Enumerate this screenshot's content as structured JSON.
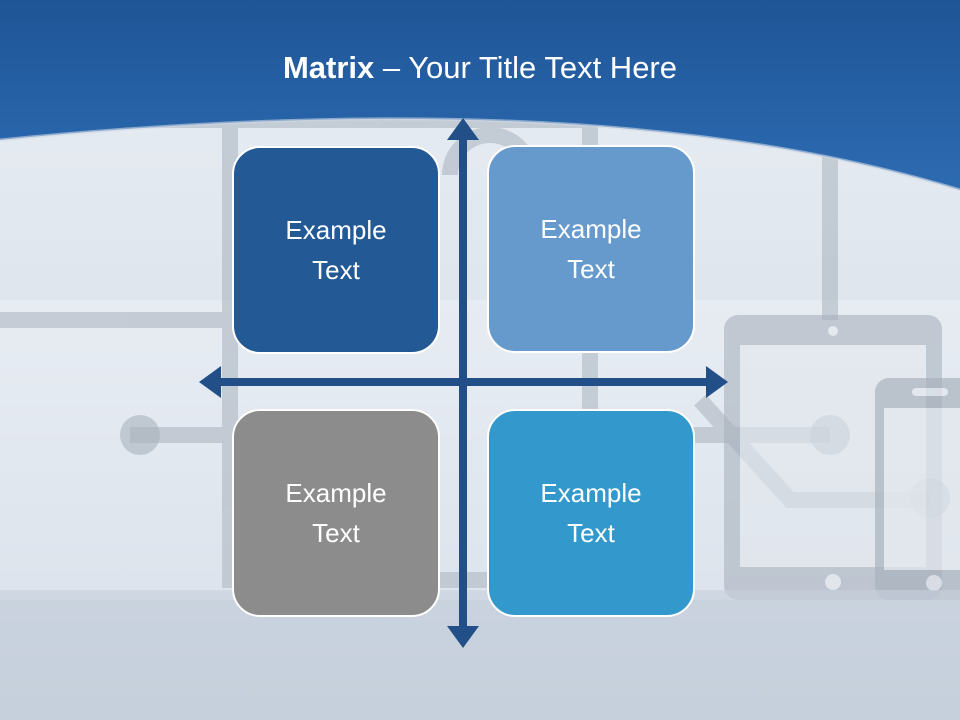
{
  "slide": {
    "title_bold": "Matrix",
    "title_rest": " – Your Title Text Here"
  },
  "quadrants": [
    {
      "label": "Example\nText",
      "color": "#235994"
    },
    {
      "label": "Example\nText",
      "color": "#6699cc"
    },
    {
      "label": "Example\nText",
      "color": "#8c8c8c"
    },
    {
      "label": "Example\nText",
      "color": "#3399cc"
    }
  ],
  "colors": {
    "header_blue": "#2a62a6",
    "axis_blue": "#234f88",
    "background": "#d3dbe6"
  },
  "decorations": [
    "tablet-icon",
    "phone-icon",
    "circuit-lines"
  ]
}
